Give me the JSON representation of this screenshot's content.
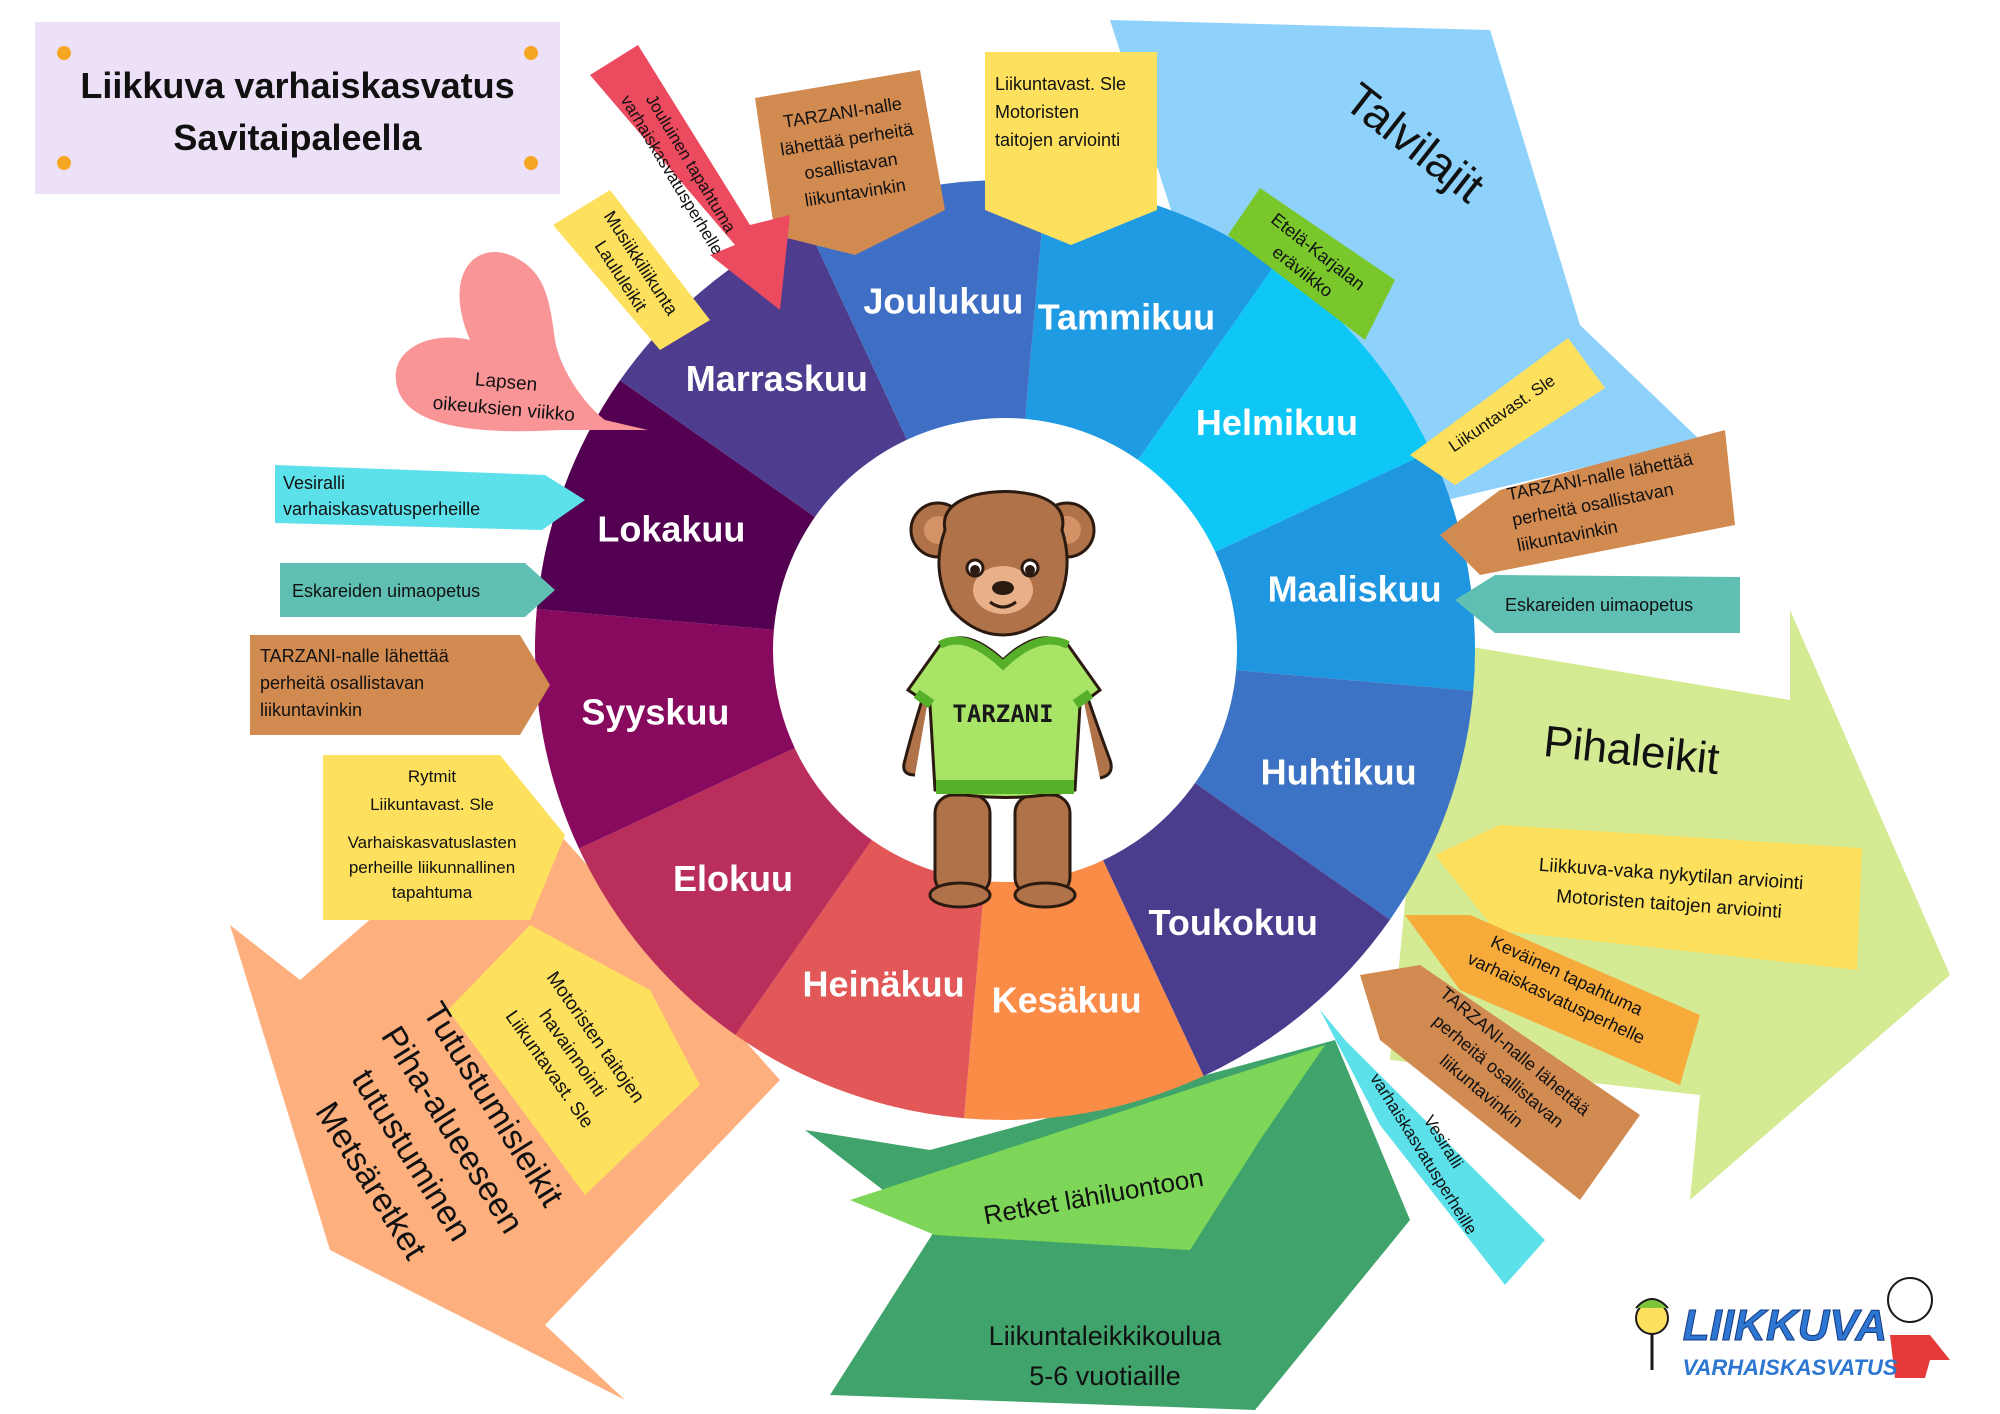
{
  "title": {
    "line1": "Liikkuva varhaiskasvatus",
    "line2": "Savitaipaleella"
  },
  "center": {
    "shirt_text": "TARZANI"
  },
  "months": [
    {
      "label": "Tammikuu",
      "color": "#1e9be3"
    },
    {
      "label": "Helmikuu",
      "color": "#0fc7f6"
    },
    {
      "label": "Maaliskuu",
      "color": "#1e96e0"
    },
    {
      "label": "Huhtikuu",
      "color": "#3d73c4"
    },
    {
      "label": "Toukokuu",
      "color": "#4a3d8e"
    },
    {
      "label": "Kesäkuu",
      "color": "#fb8c48"
    },
    {
      "label": "Heinäkuu",
      "color": "#e25757"
    },
    {
      "label": "Elokuu",
      "color": "#ba2e5c"
    },
    {
      "label": "Syyskuu",
      "color": "#870a5e"
    },
    {
      "label": "Lokakuu",
      "color": "#540052"
    },
    {
      "label": "Marraskuu",
      "color": "#4e3d8e"
    },
    {
      "label": "Joulukuu",
      "color": "#3e6fc4"
    }
  ],
  "seasons": {
    "winter": "Talvilajit",
    "yard": "Pihaleikit",
    "autumn": [
      "Tutustumisleikit",
      "Piha-alueeseen",
      "tutustuminen",
      "Metsäretket"
    ],
    "nature": "Retket lähiluontoon",
    "school": [
      "Liikuntaleikkikoulua",
      "5-6 vuotiaille"
    ]
  },
  "notes": {
    "tammikuu": [
      "Liikuntavast. Sle",
      "Motoristen",
      "taitojen arviointi"
    ],
    "joulukuu_tarzani": [
      "TARZANI-nalle",
      "lähettää perheitä",
      "osallistavan",
      "liikuntavinkin"
    ],
    "joulu_event": [
      "Jouluinen tapahtuma",
      "varhaiskasvatusperhelle"
    ],
    "musiikki": [
      "Musiikkiliikunta",
      "Laululeikit"
    ],
    "lapsen": [
      "Lapsen",
      "oikeuksien viikko"
    ],
    "vesiralli_nov": [
      "Vesiralli",
      "varhaiskasvatusperheille"
    ],
    "uimaopetus_oct": [
      "Eskareiden uimaopetus"
    ],
    "tarzani_oct": [
      "TARZANI-nalle  lähettää",
      "perheitä osallistavan",
      "liikuntavinkin"
    ],
    "syyskuu": [
      "Rytmit",
      "Liikuntavast. Sle",
      "Varhaiskasvatuslasten",
      "perheille liikunnallinen",
      "tapahtuma"
    ],
    "elokuu": [
      "Motoristen taitojen",
      "havainnointi",
      "Liikuntavast. Sle"
    ],
    "etela": [
      "Etelä-Karjalan",
      "eräviikko"
    ],
    "sle_feb": [
      "Liikuntavast. Sle"
    ],
    "tarzani_mar": [
      "TARZANI-nalle lähettää",
      "perheitä osallistavan",
      "liikuntavinkin"
    ],
    "uimaopetus_mar": [
      "Eskareiden uimaopetus"
    ],
    "liikkuva_vaka": [
      "Liikkuva-vaka nykytilan arviointi",
      "Motoristen taitojen arviointi"
    ],
    "kevainen": [
      "Keväinen tapahtuma",
      "varhaiskasvatusperhelle"
    ],
    "tarzani_may": [
      "TARZANI-nalle  lähettää",
      "perheitä osallistavan",
      "liikuntavinkin"
    ],
    "vesiralli_may": [
      "Vesiralli",
      "varhaiskasvatusperheille"
    ]
  },
  "logo": {
    "line1": "LIIKKUVA",
    "line2": "VARHAISKASVATUS"
  },
  "colors": {
    "winter_arrow": "#8ed2fb",
    "yard_arrow": "#d4ea93",
    "autumn_arrow": "#fdb07e",
    "school_arrow": "#3fa36b",
    "nature_arrow": "#7dd658",
    "yellow_note": "#fde05d",
    "brown_note": "#d18a50",
    "teal_note": "#5fbfb3",
    "cyan_note": "#5ce0ea",
    "red_note": "#ec4a5f",
    "green_note": "#79c72a",
    "orange_note": "#f7ab3a",
    "heart": "#f99597"
  }
}
